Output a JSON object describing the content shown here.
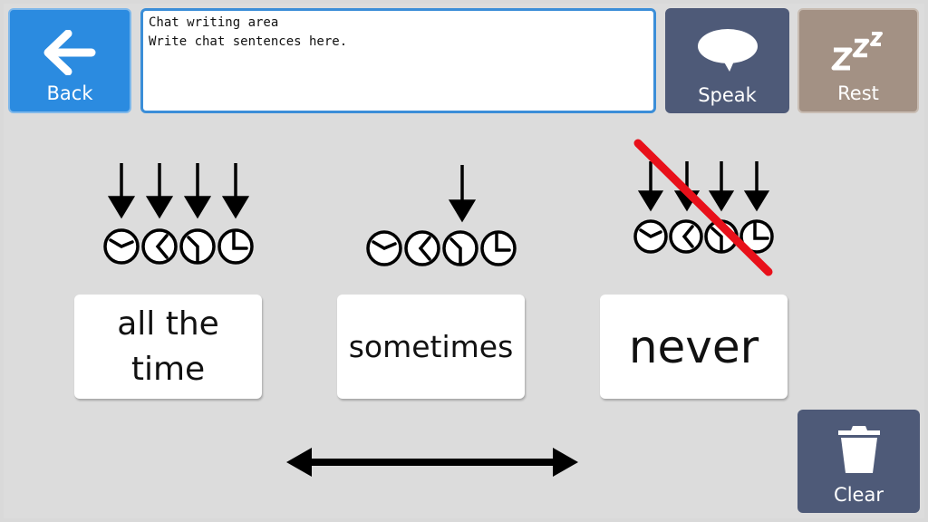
{
  "toolbar": {
    "back_label": "Back",
    "speak_label": "Speak",
    "rest_label": "Rest",
    "clear_label": "Clear"
  },
  "chat": {
    "line1": "Chat writing area",
    "line2": "Write chat sentences here."
  },
  "words": [
    {
      "label": "all the time"
    },
    {
      "label": "sometimes"
    },
    {
      "label": "never"
    }
  ],
  "colors": {
    "back": "#2b8be0",
    "speak": "#4e5a78",
    "rest": "#a39184",
    "clear": "#4e5a78",
    "cross": "#e8101a"
  },
  "icons": [
    "arrow-left-icon",
    "speech-bubble-icon",
    "zzz-icon",
    "trash-icon",
    "double-arrow-icon"
  ]
}
